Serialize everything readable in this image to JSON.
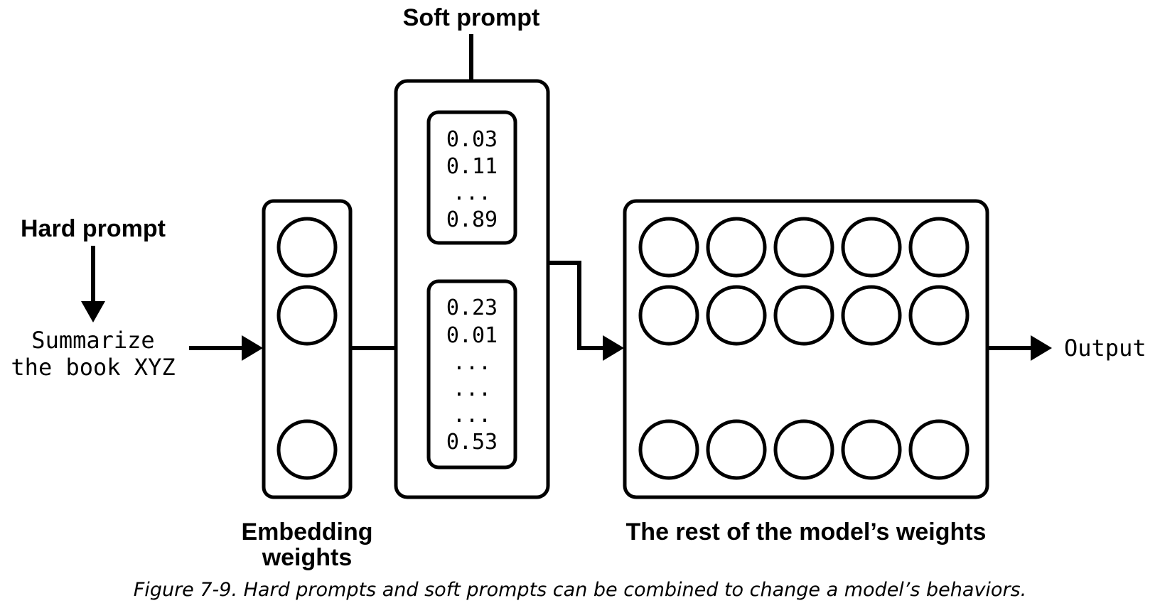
{
  "labels": {
    "soft_prompt": "Soft prompt",
    "hard_prompt": "Hard prompt",
    "input_line1": "Summarize",
    "input_line2": "the book XYZ",
    "output": "Output",
    "embedding_line1": "Embedding",
    "embedding_line2": "weights",
    "rest_of_model": "The rest of the model’s weights"
  },
  "soft_prompt_vector_top": [
    "0.03",
    "0.11",
    "...",
    "0.89"
  ],
  "soft_prompt_vector_bottom": [
    "0.23",
    "0.01",
    "...",
    "...",
    "...",
    "0.53"
  ],
  "caption": "Figure 7-9. Hard prompts and soft prompts can be combined to change a model’s behaviors."
}
